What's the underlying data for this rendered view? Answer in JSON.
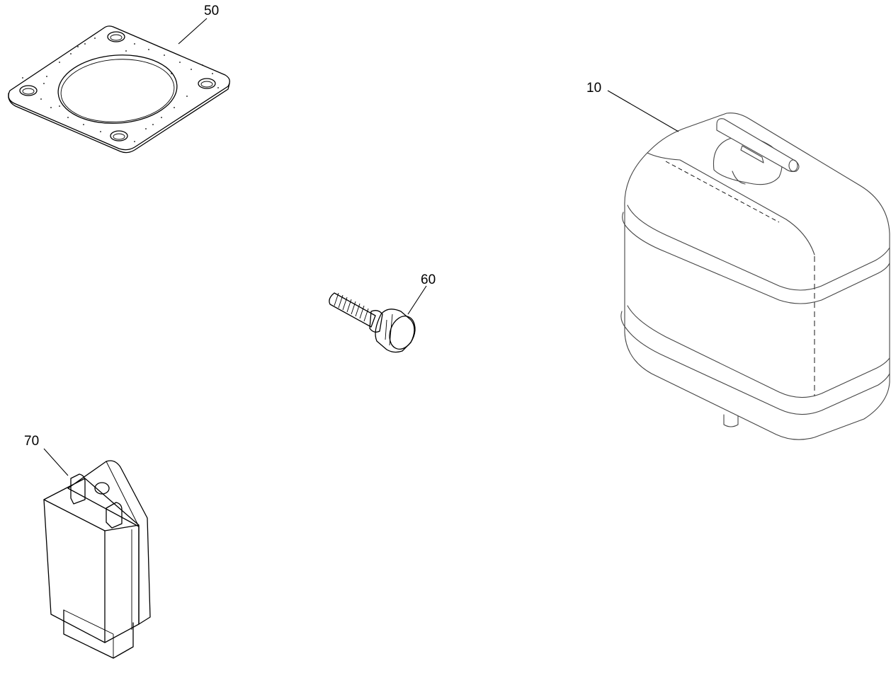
{
  "parts": [
    {
      "id": "tank",
      "callout": "10"
    },
    {
      "id": "gasket",
      "callout": "50"
    },
    {
      "id": "bolt",
      "callout": "60"
    },
    {
      "id": "module",
      "callout": "70"
    }
  ]
}
